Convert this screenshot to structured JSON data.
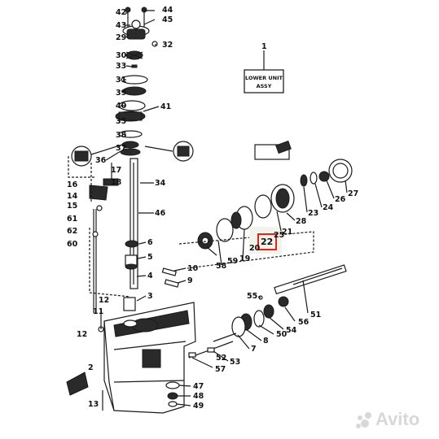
{
  "assembly_label": {
    "line1": "LOWER UNIT",
    "line2": "ASSY",
    "number": "1"
  },
  "highlight": {
    "number": "22",
    "color": "#e0241b"
  },
  "watermark": {
    "text": "Avito"
  },
  "callouts": {
    "c42": "42",
    "c44": "44",
    "c43": "43",
    "c45": "45",
    "c29": "29",
    "c32": "32",
    "c30": "30",
    "c33": "33",
    "c31": "31",
    "c39": "39",
    "c40": "40",
    "c41": "41",
    "c35": "35",
    "c38": "38",
    "c37": "37",
    "c36": "36",
    "c17": "17",
    "c18": "18",
    "c16": "16",
    "c14": "14",
    "c15": "15",
    "c61": "61",
    "c62": "62",
    "c60": "60",
    "c34": "34",
    "c46": "46",
    "c6": "6",
    "c5": "5",
    "c4": "4",
    "c3": "3",
    "c10": "10",
    "c9": "9",
    "c12a": "12",
    "c11": "11",
    "c12b": "12",
    "c2": "2",
    "c13": "13",
    "c27": "27",
    "c26": "26",
    "c23": "23",
    "c24": "24",
    "c28": "28",
    "c25": "25",
    "c21": "21",
    "c20": "20",
    "c19": "19",
    "c59": "59",
    "c58": "58",
    "c55": "55",
    "c51": "51",
    "c56": "56",
    "c54": "54",
    "c50": "50",
    "c8": "8",
    "c7": "7",
    "c53": "53",
    "c52": "52",
    "c57": "57",
    "c47": "47",
    "c48": "48",
    "c49": "49",
    "c1": "1"
  }
}
